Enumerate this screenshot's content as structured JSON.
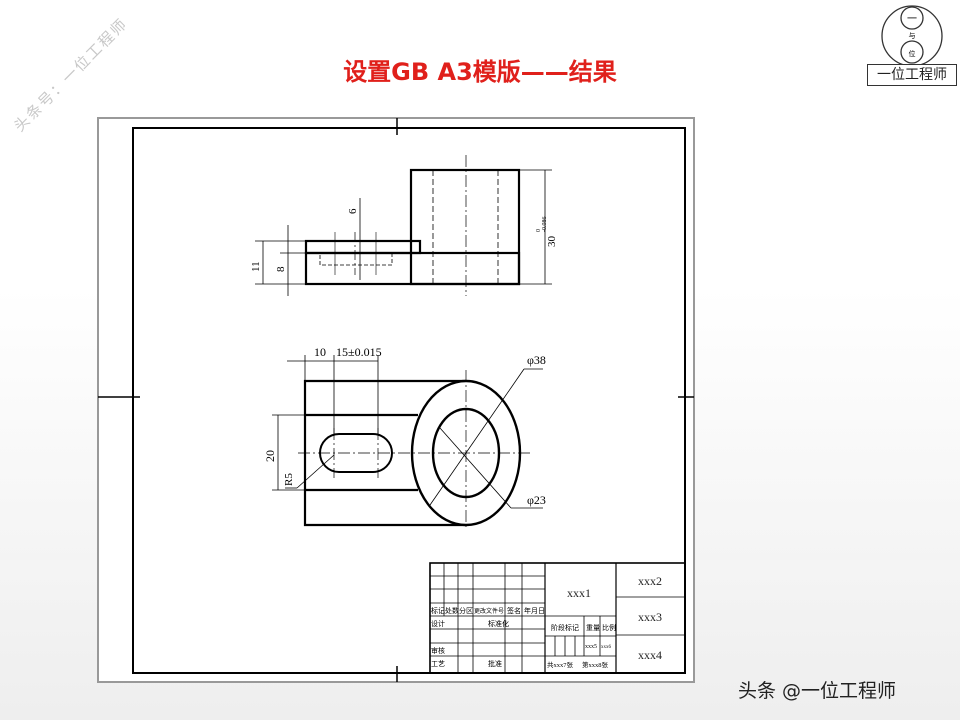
{
  "slide": {
    "title": "设置GB A3模版——结果",
    "watermark": "头条号：一位工程师",
    "logo_text": "一位工程师",
    "logo_glyphs": [
      "一",
      "与",
      "位"
    ],
    "footer": "头条 @一位工程师",
    "title_color": "#e0201b"
  },
  "drawing": {
    "dims": {
      "d6": "6",
      "d11": "11",
      "d8": "8",
      "d30": "30",
      "d30_tol_upper": "0",
      "d30_tol_lower": "-0.086",
      "d10": "10",
      "d15": "15±0.015",
      "d20": "20",
      "r5": "R5",
      "phi38": "φ38",
      "phi23": "φ23"
    },
    "title_block": {
      "name": "xxx1",
      "field2": "xxx2",
      "field3": "xxx3",
      "field4": "xxx4",
      "weight_value": "xxx5",
      "scale_value": "xxx6",
      "sheets_total": "共xxx7张",
      "sheet_no": "第xxx8张",
      "headers": [
        "标记",
        "处数",
        "分区",
        "更改文件号",
        "签名",
        "年月日"
      ],
      "design": "设计",
      "standardization": "标准化",
      "review": "审核",
      "process": "工艺",
      "approve": "批准",
      "stage_mark": "阶段标记",
      "weight": "重量",
      "scale": "比例"
    }
  }
}
